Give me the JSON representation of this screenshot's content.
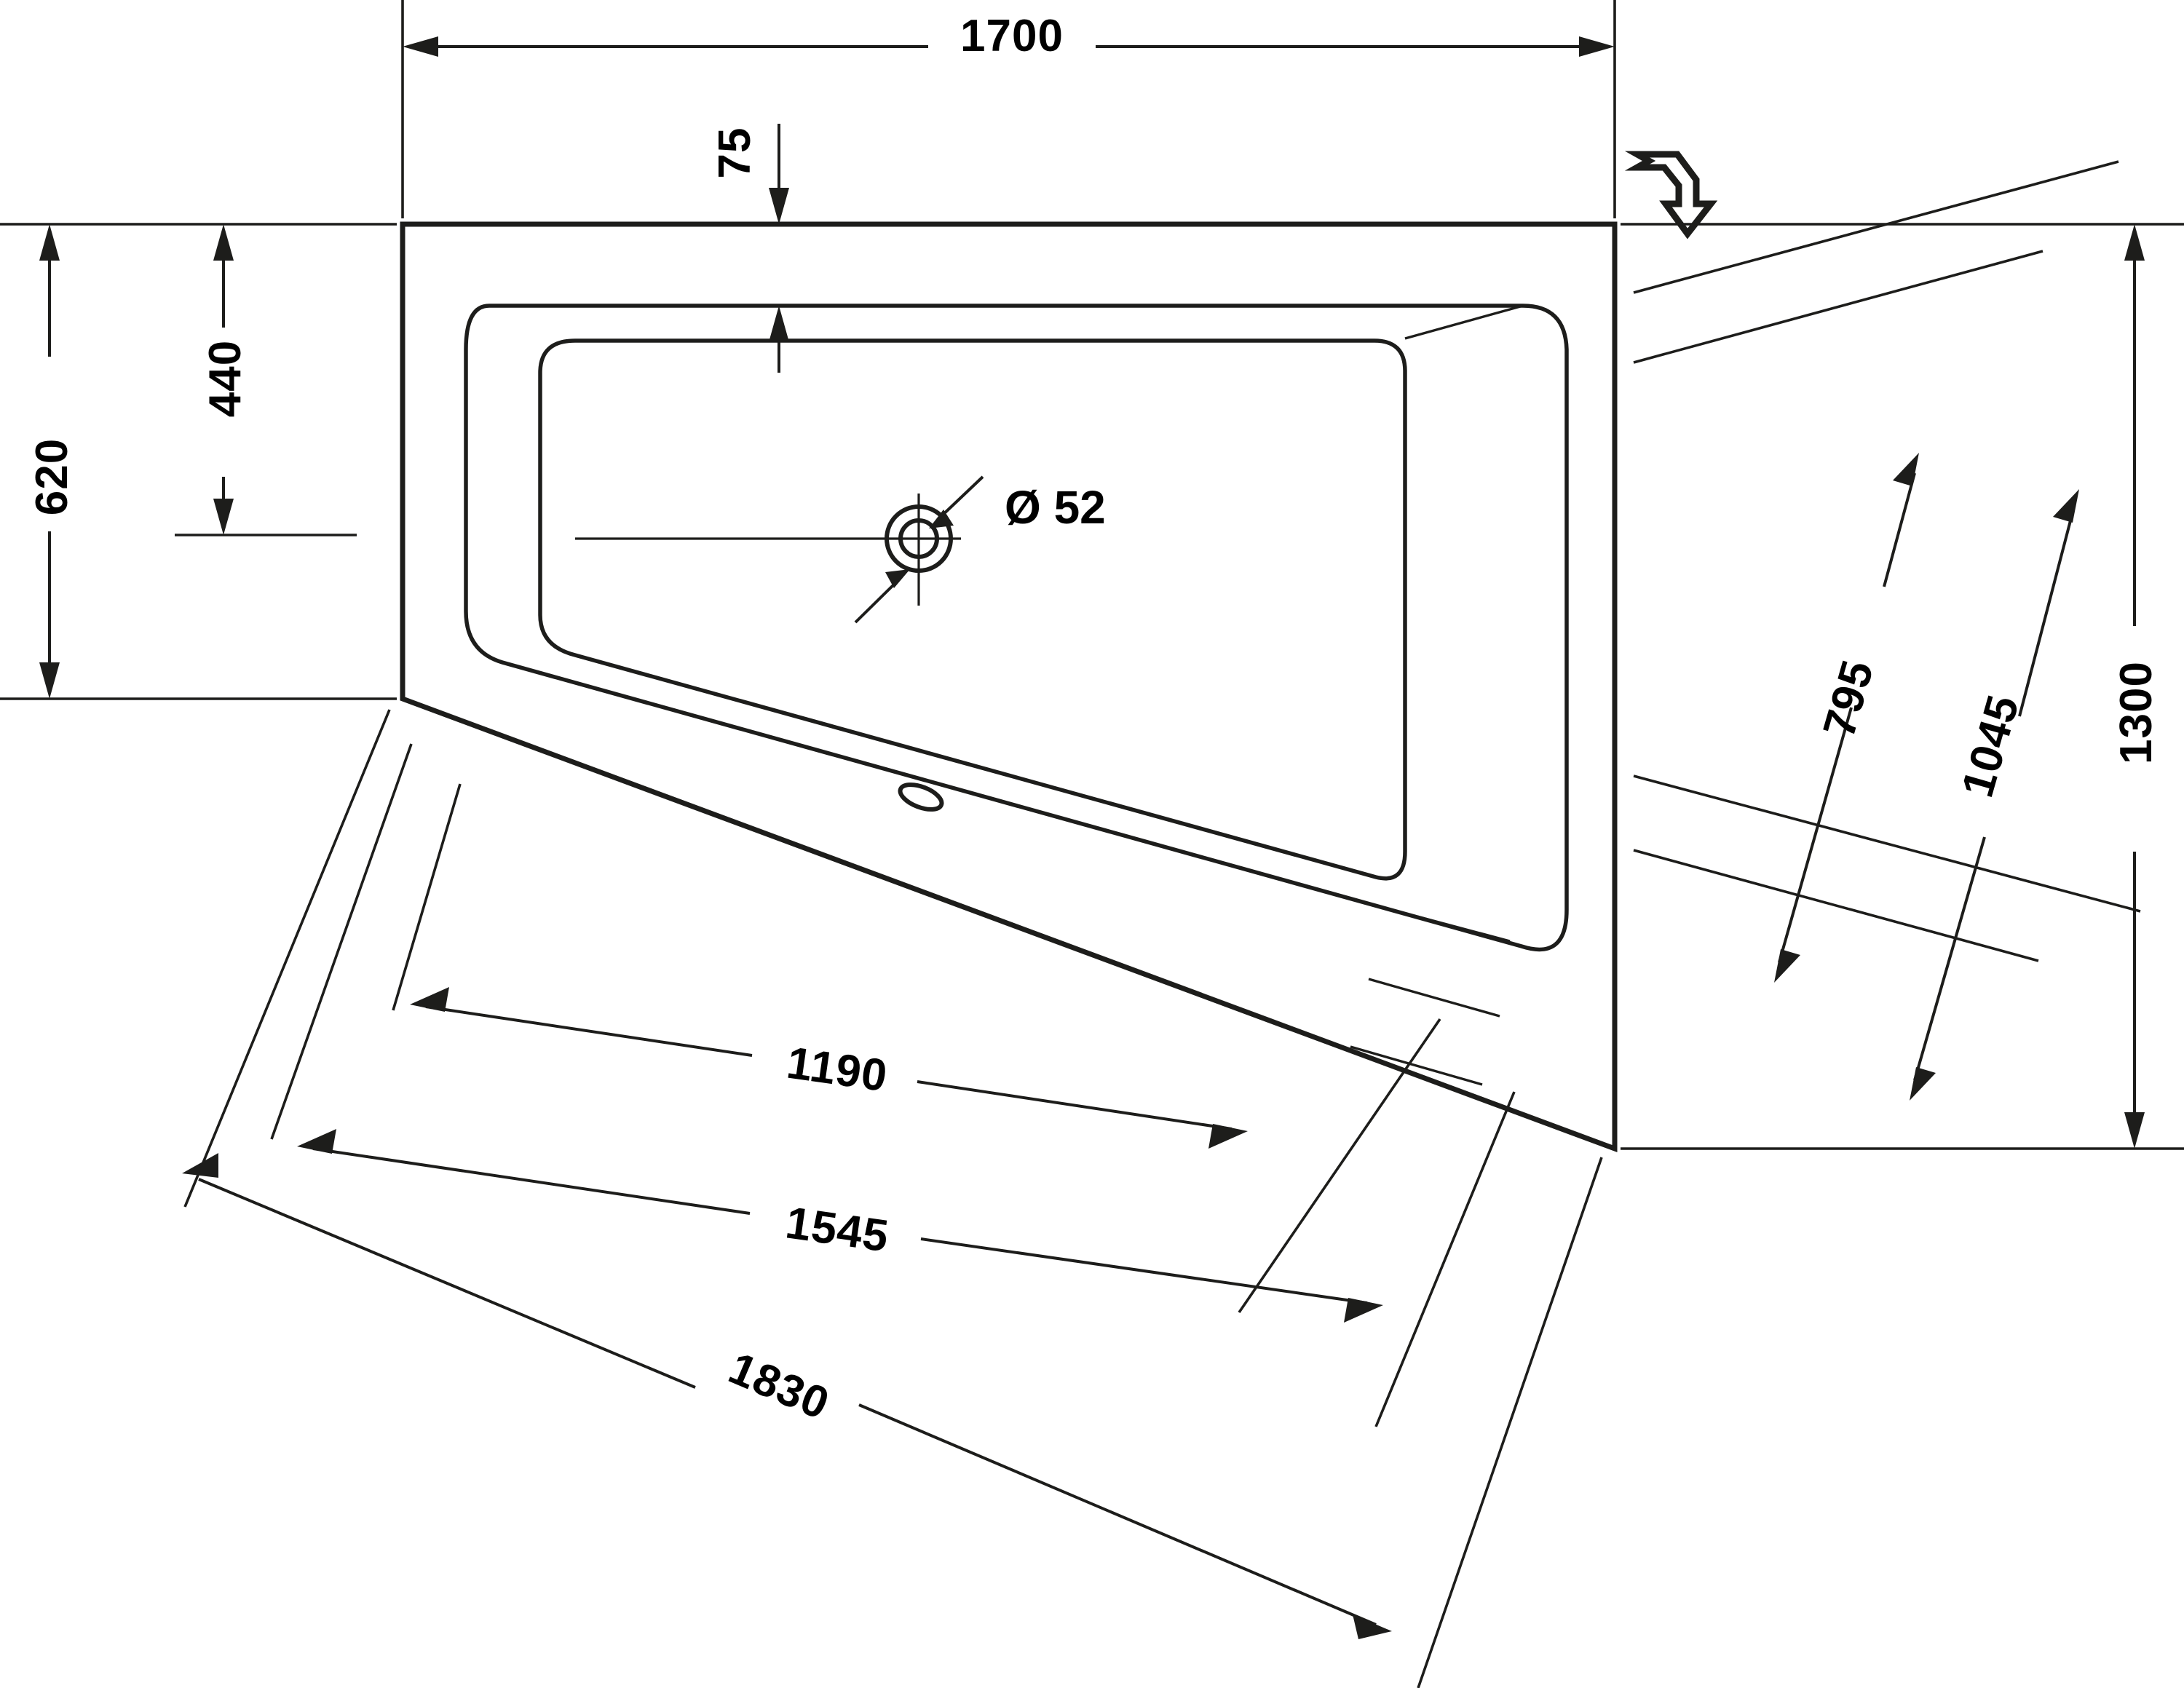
{
  "drawing": {
    "type": "technical-dimension-drawing",
    "subject": "corner bathtub plan view",
    "units": "mm",
    "background_color": "#ffffff",
    "line_color": "#1d1d1b"
  },
  "dimensions": {
    "top_width": "1700",
    "top_inset": "75",
    "left_outer_height": "620",
    "left_inner_height": "440",
    "right_height": "1300",
    "diagonal_upper": "795",
    "diagonal_lower": "1045",
    "bottom_short": "1190",
    "bottom_medium": "1545",
    "bottom_long": "1830",
    "drain_diameter": "52",
    "diameter_symbol": "Ø"
  },
  "labels": {
    "drain_label": "Ø 52"
  },
  "icons": {
    "projection_symbol": "first-angle-projection-arrow",
    "drain_marker": "drain-crosshair-icon",
    "overflow_marker": "overflow-slot-icon"
  }
}
